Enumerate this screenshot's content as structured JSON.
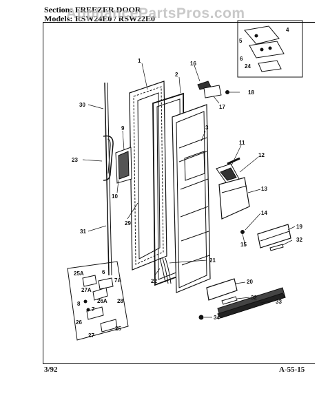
{
  "header": {
    "section_label": "Section:",
    "section_value": "FREEZER DOOR",
    "models_label": "Models:",
    "models_value": "RSW24E0 / RSW22E0"
  },
  "watermark": "AppliancePartsPros.com",
  "footer": {
    "date": "3/92",
    "page": "A-55-15"
  },
  "callouts": {
    "p1": "1",
    "p2": "2",
    "p3": "3",
    "p4": "4",
    "p5": "5",
    "p6": "6",
    "p9": "9",
    "p10": "10",
    "p11": "11",
    "p12": "12",
    "p13": "13",
    "p14": "14",
    "p15": "15",
    "p16": "16",
    "p17": "17",
    "p18": "18",
    "p19": "19",
    "p20": "20",
    "p21": "21",
    "p22": "22",
    "p23": "23",
    "p24": "24",
    "p29": "29",
    "p30": "30",
    "p31": "31",
    "p32a": "32",
    "p32b": "32",
    "p33": "33",
    "p34": "34",
    "i25a": "25A",
    "i6": "6",
    "i7a": "7A",
    "i27a": "27A",
    "i26a": "26A",
    "i28": "28",
    "i8": "8",
    "i7": "7",
    "i26": "26",
    "i27": "27",
    "i25": "25"
  }
}
